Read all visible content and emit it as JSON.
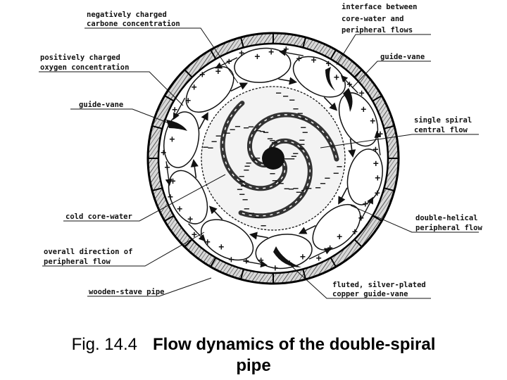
{
  "labels": {
    "neg_carbon": [
      "negatively charged",
      "carbone concentration"
    ],
    "interface": [
      "interface between",
      "core-water and",
      "peripheral flows"
    ],
    "pos_oxygen": [
      "positively charged",
      "oxygen concentration"
    ],
    "guide_vane_right": "guide-vane",
    "guide_vane_left": "guide-vane",
    "single_spiral": [
      "single spiral",
      "central flow"
    ],
    "cold_core": "cold core-water",
    "double_helical": [
      "double-helical",
      "peripheral flow"
    ],
    "overall_direction": [
      "overall direction of",
      "peripheral flow"
    ],
    "wooden_pipe": "wooden-stave pipe",
    "fluted_vane": [
      "fluted, silver-plated",
      "copper guide-vane"
    ]
  },
  "caption": {
    "fig_number": "Fig. 14.4",
    "title_line1": "Flow dynamics of the double-spiral",
    "title_line2": "pipe"
  },
  "symbols": {
    "plus": "+",
    "minus": "–"
  }
}
